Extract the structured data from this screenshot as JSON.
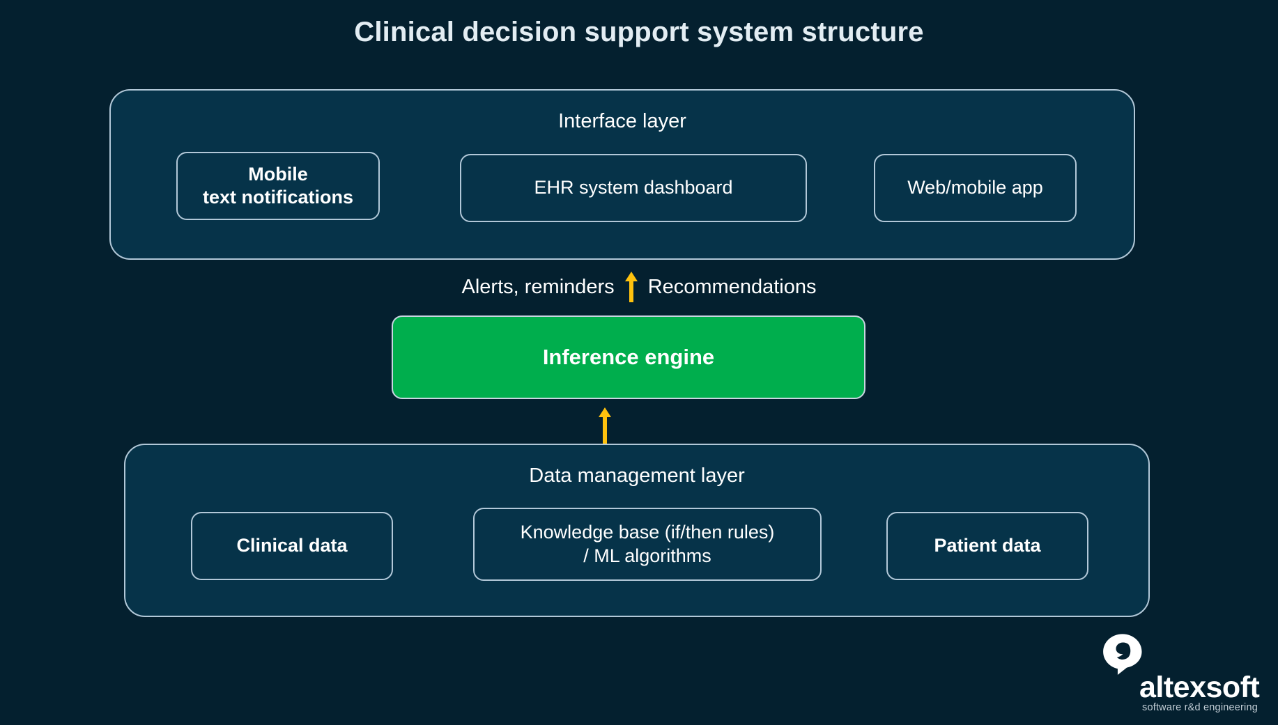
{
  "page": {
    "title": "Clinical decision support system structure",
    "background_color": "#04202f",
    "panel_color": "#063349",
    "border_color": "#b2c8d8",
    "accent_green": "#00ae4d",
    "accent_yellow": "#ffc20e",
    "text_color": "#ffffff"
  },
  "interface_layer": {
    "title": "Interface layer",
    "nodes": [
      {
        "id": "mobile-notifications",
        "label": "Mobile\ntext notifications",
        "line1": "Mobile",
        "line2": "text notifications"
      },
      {
        "id": "ehr-dashboard",
        "label": "EHR system dashboard"
      },
      {
        "id": "web-mobile-app",
        "label": "Web/mobile app"
      }
    ]
  },
  "flow": {
    "left_label": "Alerts, reminders",
    "right_label": "Recommendations",
    "arrow_up_icon": "arrow-up-icon",
    "arrow_color": "#ffc20e"
  },
  "inference_engine": {
    "label": "Inference engine",
    "color": "#00ae4d"
  },
  "data_layer": {
    "title": "Data management layer",
    "nodes": [
      {
        "id": "clinical-data",
        "label": "Clinical data"
      },
      {
        "id": "knowledge-base",
        "label": "Knowledge base (if/then rules)\n/ ML algorithms",
        "line1": "Knowledge base (if/then rules)",
        "line2": "/ ML algorithms"
      },
      {
        "id": "patient-data",
        "label": "Patient data"
      }
    ]
  },
  "brand": {
    "mark_icon": "altexsoft-speech-bubble-a-icon",
    "name": "altexsoft",
    "tagline": "software r&d engineering"
  }
}
